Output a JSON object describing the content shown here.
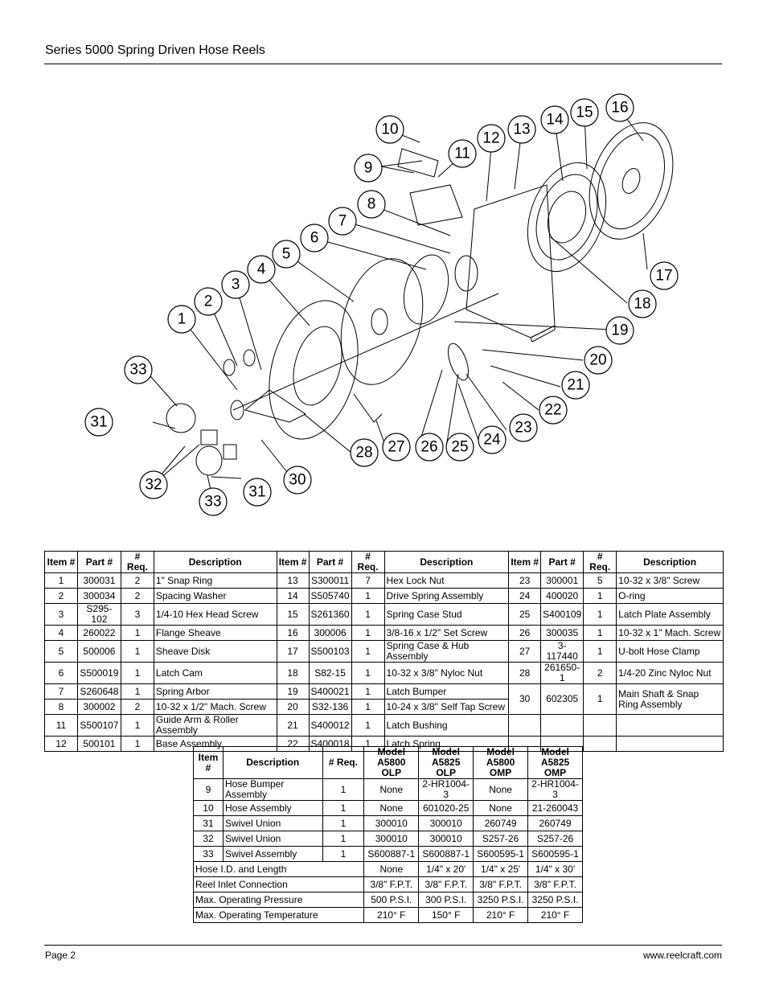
{
  "header": {
    "title": "Series 5000 Spring Driven Hose Reels"
  },
  "footer": {
    "page": "Page 2",
    "website": "www.reelcraft.com"
  },
  "diagram": {
    "callouts": [
      "1",
      "2",
      "3",
      "4",
      "5",
      "6",
      "7",
      "8",
      "9",
      "10",
      "11",
      "12",
      "13",
      "14",
      "15",
      "16",
      "17",
      "18",
      "19",
      "20",
      "21",
      "22",
      "23",
      "24",
      "25",
      "26",
      "27",
      "28",
      "30",
      "31",
      "32",
      "33",
      "31",
      "32",
      "33"
    ]
  },
  "parts_table": {
    "headers": [
      "Item #",
      "Part #",
      "# Req.",
      "Description",
      "Item #",
      "Part #",
      "# Req.",
      "Description",
      "Item #",
      "Part #",
      "# Req.",
      "Description"
    ],
    "col1": [
      [
        "1",
        "300031",
        "2",
        "1\" Snap Ring"
      ],
      [
        "2",
        "300034",
        "2",
        "Spacing Washer"
      ],
      [
        "3",
        "S295-102",
        "3",
        "1/4-10 Hex Head Screw"
      ],
      [
        "4",
        "260022",
        "1",
        "Flange Sheave"
      ],
      [
        "5",
        "500006",
        "1",
        "Sheave Disk"
      ],
      [
        "6",
        "S500019",
        "1",
        "Latch Cam"
      ],
      [
        "7",
        "S260648",
        "1",
        "Spring Arbor"
      ],
      [
        "8",
        "300002",
        "2",
        "10-32 x 1/2\" Mach. Screw"
      ],
      [
        "11",
        "S500107",
        "1",
        "Guide Arm & Roller Assembly"
      ],
      [
        "12",
        "500101",
        "1",
        "Base Assembly"
      ]
    ],
    "col2": [
      [
        "13",
        "S300011",
        "7",
        "Hex Lock Nut"
      ],
      [
        "14",
        "S505740",
        "1",
        "Drive Spring Assembly"
      ],
      [
        "15",
        "S261360",
        "1",
        "Spring Case Stud"
      ],
      [
        "16",
        "300006",
        "1",
        "3/8-16 x 1/2\" Set Screw"
      ],
      [
        "17",
        "S500103",
        "1",
        "Spring Case & Hub Assembly"
      ],
      [
        "18",
        "S82-15",
        "1",
        "10-32 x 3/8\" Nyloc Nut"
      ],
      [
        "19",
        "S400021",
        "1",
        "Latch Bumper"
      ],
      [
        "20",
        "S32-136",
        "1",
        "10-24 x 3/8\" Self Tap Screw"
      ],
      [
        "21",
        "S400012",
        "1",
        "Latch Bushing"
      ],
      [
        "22",
        "S400018",
        "1",
        "Latch Spring"
      ]
    ],
    "col3": [
      [
        "23",
        "300001",
        "5",
        "10-32 x 3/8\" Screw"
      ],
      [
        "24",
        "400020",
        "1",
        "O-ring"
      ],
      [
        "25",
        "S400109",
        "1",
        "Latch Plate Assembly"
      ],
      [
        "26",
        "300035",
        "1",
        "10-32 x 1\" Mach. Screw"
      ],
      [
        "27",
        "3-117440",
        "1",
        "U-bolt Hose Clamp"
      ],
      [
        "28",
        "261650-1",
        "2",
        "1/4-20 Zinc Nyloc Nut"
      ],
      [
        "30",
        "602305",
        "1",
        "Main Shaft & Snap Ring Assembly"
      ]
    ]
  },
  "model_table": {
    "headers": [
      "Item #",
      "Description",
      "# Req.",
      "Model A5800 OLP",
      "Model A5825 OLP",
      "Model A5800 OMP",
      "Model A5825 OMP"
    ],
    "rows": [
      [
        "9",
        "Hose Bumper Assembly",
        "1",
        "None",
        "2-HR1004-3",
        "None",
        "2-HR1004-3"
      ],
      [
        "10",
        "Hose Assembly",
        "1",
        "None",
        "601020-25",
        "None",
        "21-260043"
      ],
      [
        "31",
        "Swivel Union",
        "1",
        "300010",
        "300010",
        "260749",
        "260749"
      ],
      [
        "32",
        "Swivel Union",
        "1",
        "300010",
        "300010",
        "S257-26",
        "S257-26"
      ],
      [
        "33",
        "Swivel Assembly",
        "1",
        "S600887-1",
        "S600887-1",
        "S600595-1",
        "S600595-1"
      ]
    ],
    "spec_rows": [
      [
        "Hose I.D. and Length",
        "None",
        "1/4\" x 20'",
        "1/4\" x 25'",
        "1/4\" x 30'"
      ],
      [
        "Reel Inlet Connection",
        "3/8\" F.P.T.",
        "3/8\" F.P.T.",
        "3/8\" F.P.T.",
        "3/8\" F.P.T."
      ],
      [
        "Max. Operating Pressure",
        "500 P.S.I.",
        "300 P.S.I.",
        "3250 P.S.I.",
        "3250 P.S.I."
      ],
      [
        "Max. Operating Temperature",
        "210° F",
        "150° F",
        "210° F",
        "210° F"
      ]
    ]
  }
}
